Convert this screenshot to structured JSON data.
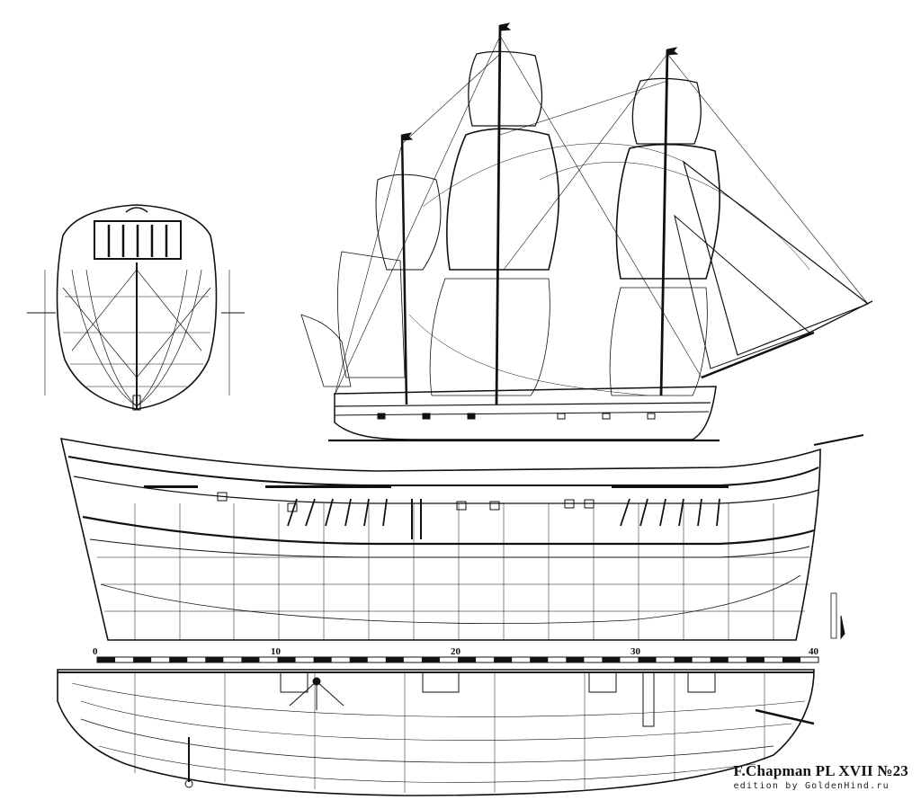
{
  "plate": {
    "title": "F.Chapman PL XVII №23",
    "edition": "edition by GoldenHind.ru"
  },
  "scale_bar": {
    "labels": [
      "0",
      "10",
      "20",
      "30",
      "40"
    ],
    "values": [
      0,
      10,
      20,
      30,
      40
    ],
    "max": 40
  },
  "views": [
    "stern-view",
    "sail-plan",
    "sheer-plan",
    "half-breadth-plan"
  ],
  "colors": {
    "ink": "#111111",
    "paper": "#ffffff"
  }
}
